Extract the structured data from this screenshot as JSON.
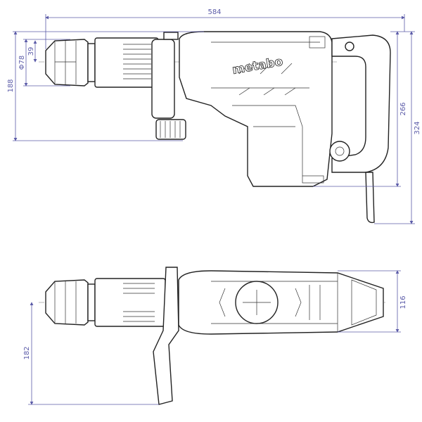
{
  "brand": "metabo",
  "dimensions": {
    "overall_length": "584",
    "height_front": "188",
    "chuck_diameter": "Φ78",
    "chuck_radius": "39",
    "body_height": "266",
    "total_height": "324",
    "body_width": "116",
    "handle_reach": "182"
  },
  "colors": {
    "dimension": "#5b5ba8",
    "outline": "#222222"
  }
}
